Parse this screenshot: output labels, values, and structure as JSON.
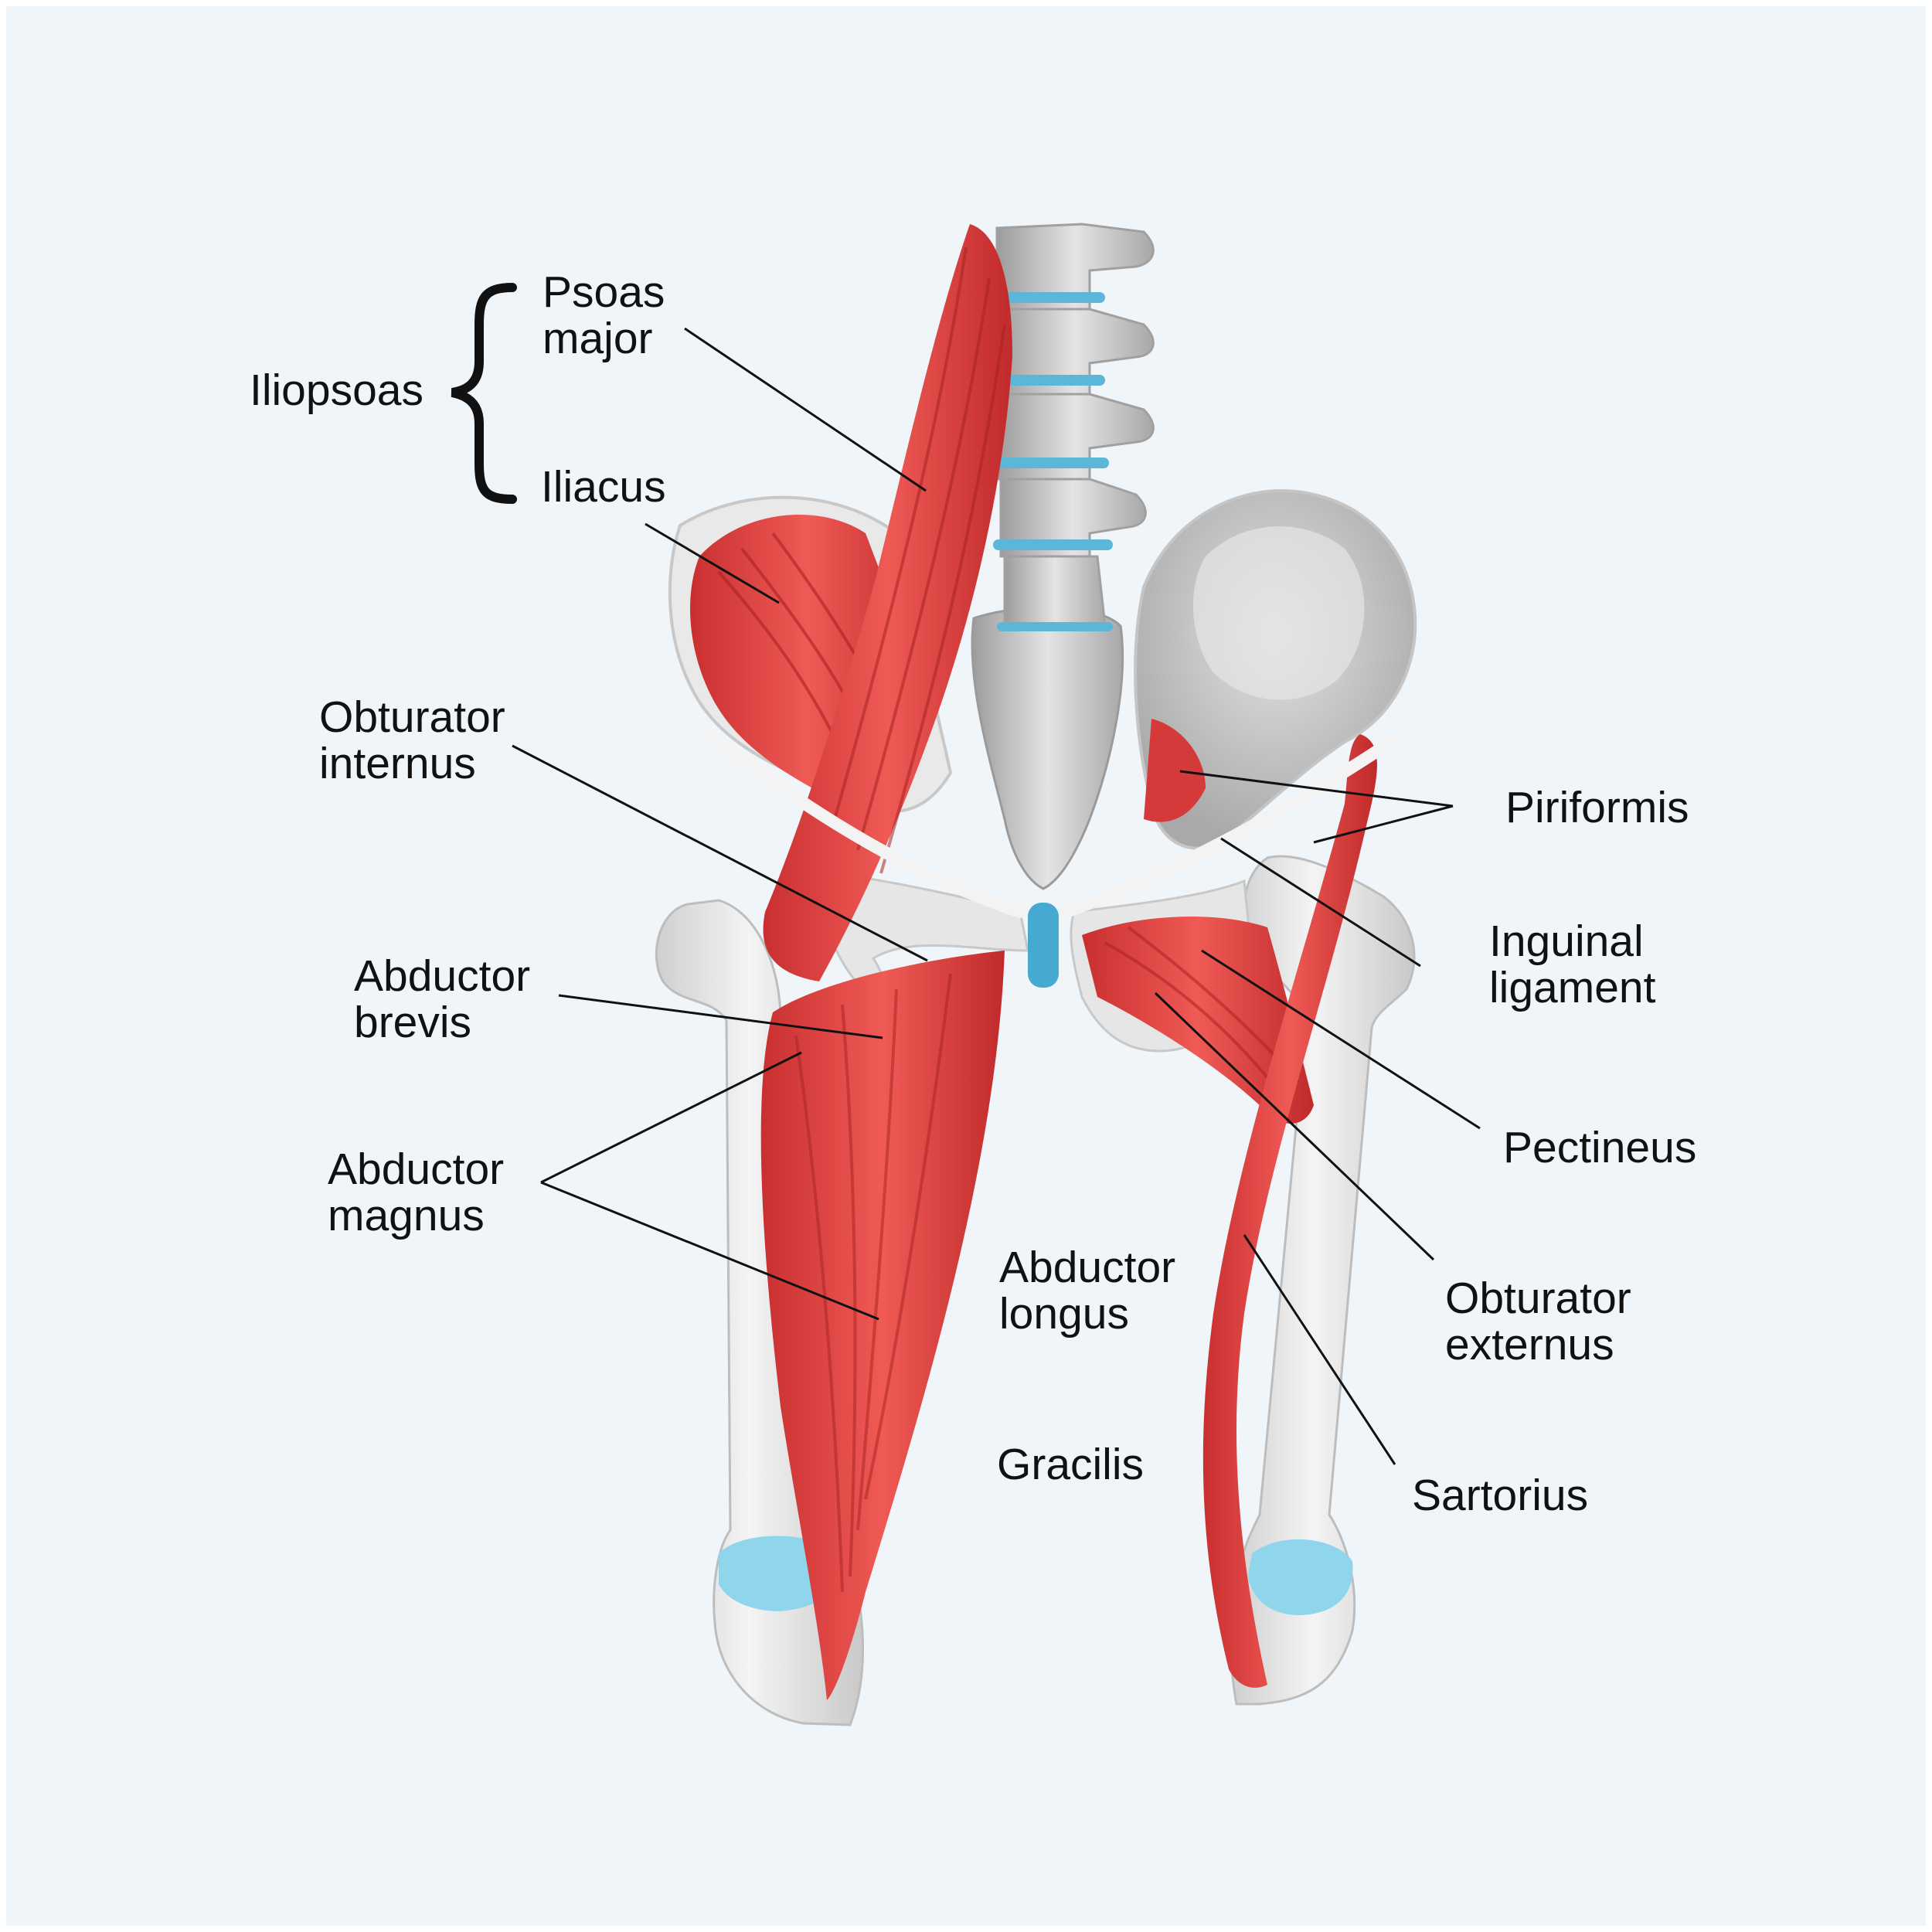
{
  "colors": {
    "background": "#eff5f9",
    "muscle": "#e2403f",
    "muscle_dark": "#b8282a",
    "bone": "#d6d6d6",
    "bone_light": "#f1f1f1",
    "cartilage": "#7fd0e8",
    "leader_line": "#111111"
  },
  "labels": {
    "iliopsoas": "Iliopsoas",
    "psoas_major": [
      "Psoas",
      "major"
    ],
    "iliacus": "Iliacus",
    "obturator_internus": [
      "Obturator",
      "internus"
    ],
    "abductor_brevis": [
      "Abductor",
      "brevis"
    ],
    "abductor_magnus": [
      "Abductor",
      "magnus"
    ],
    "abductor_longus": [
      "Abductor",
      "longus"
    ],
    "gracilis": "Gracilis",
    "piriformis": "Piriformis",
    "inguinal_ligament": [
      "Inguinal",
      "ligament"
    ],
    "pectineus": "Pectineus",
    "obturator_externus": [
      "Obturator",
      "externus"
    ],
    "sartorius": "Sartorius"
  }
}
